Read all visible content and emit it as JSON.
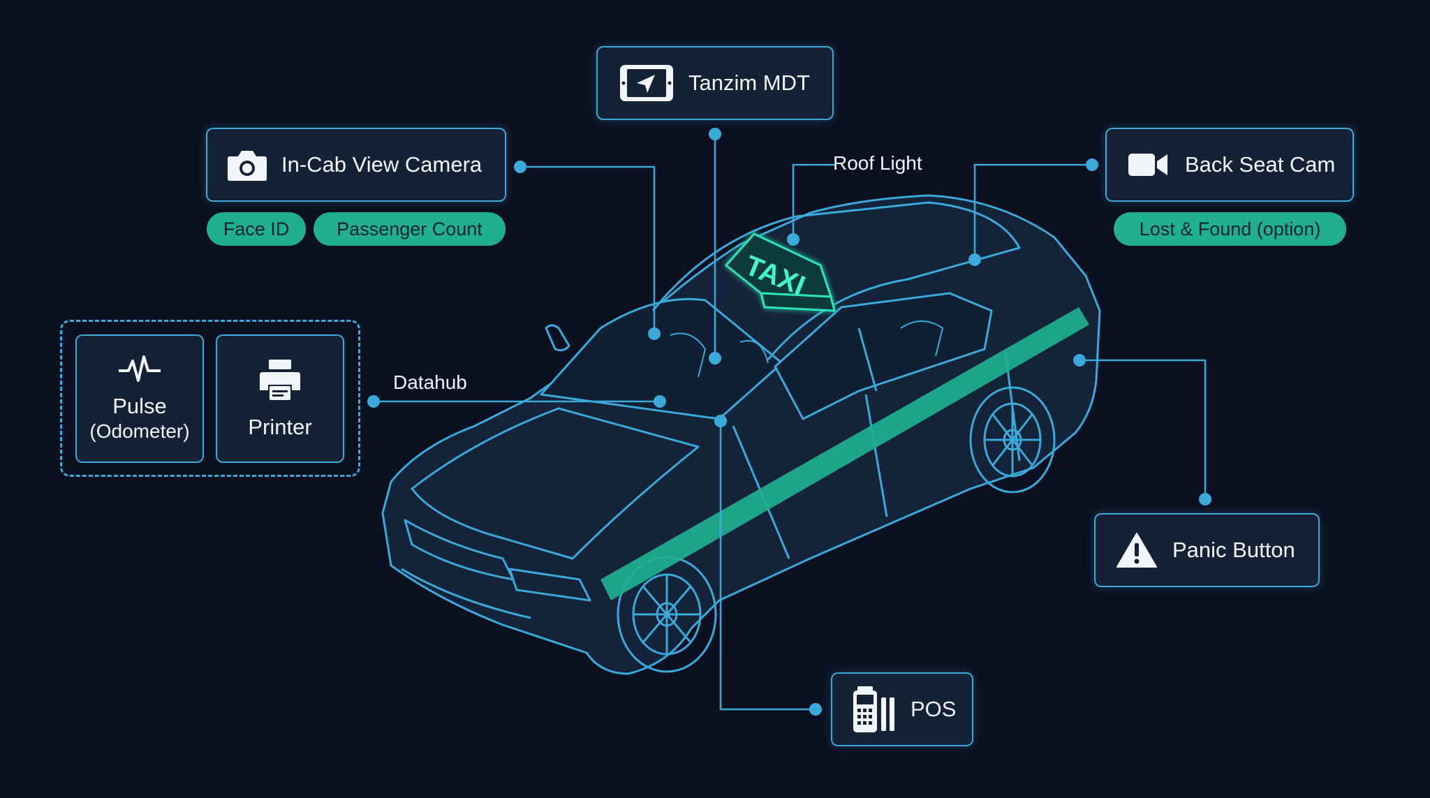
{
  "colors": {
    "background": "#0b1120",
    "outline": "#3ba9d9",
    "box_fill": "#152236",
    "accent_green": "#20b08f",
    "text": "#f2f6fb"
  },
  "components": {
    "tanzim_mdt": {
      "label": "Tanzim MDT",
      "icon": "tablet-navigation-icon"
    },
    "in_cab_camera": {
      "label": "In-Cab View Camera",
      "icon": "camera-icon"
    },
    "back_seat_cam": {
      "label": "Back Seat Cam",
      "icon": "video-camera-icon"
    },
    "panic_button": {
      "label": "Panic Button",
      "icon": "warning-triangle-icon"
    },
    "pos": {
      "label": "POS",
      "icon": "card-terminal-icon"
    },
    "pulse": {
      "label": "Pulse",
      "sublabel": "(Odometer)",
      "icon": "pulse-wave-icon"
    },
    "printer": {
      "label": "Printer",
      "icon": "printer-icon"
    }
  },
  "tags": {
    "face_id": "Face ID",
    "passenger_count": "Passenger Count",
    "lost_found": "Lost & Found (option)"
  },
  "callouts": {
    "roof_light": "Roof Light",
    "datahub": "Datahub"
  },
  "taxi_sign": "TAXI"
}
